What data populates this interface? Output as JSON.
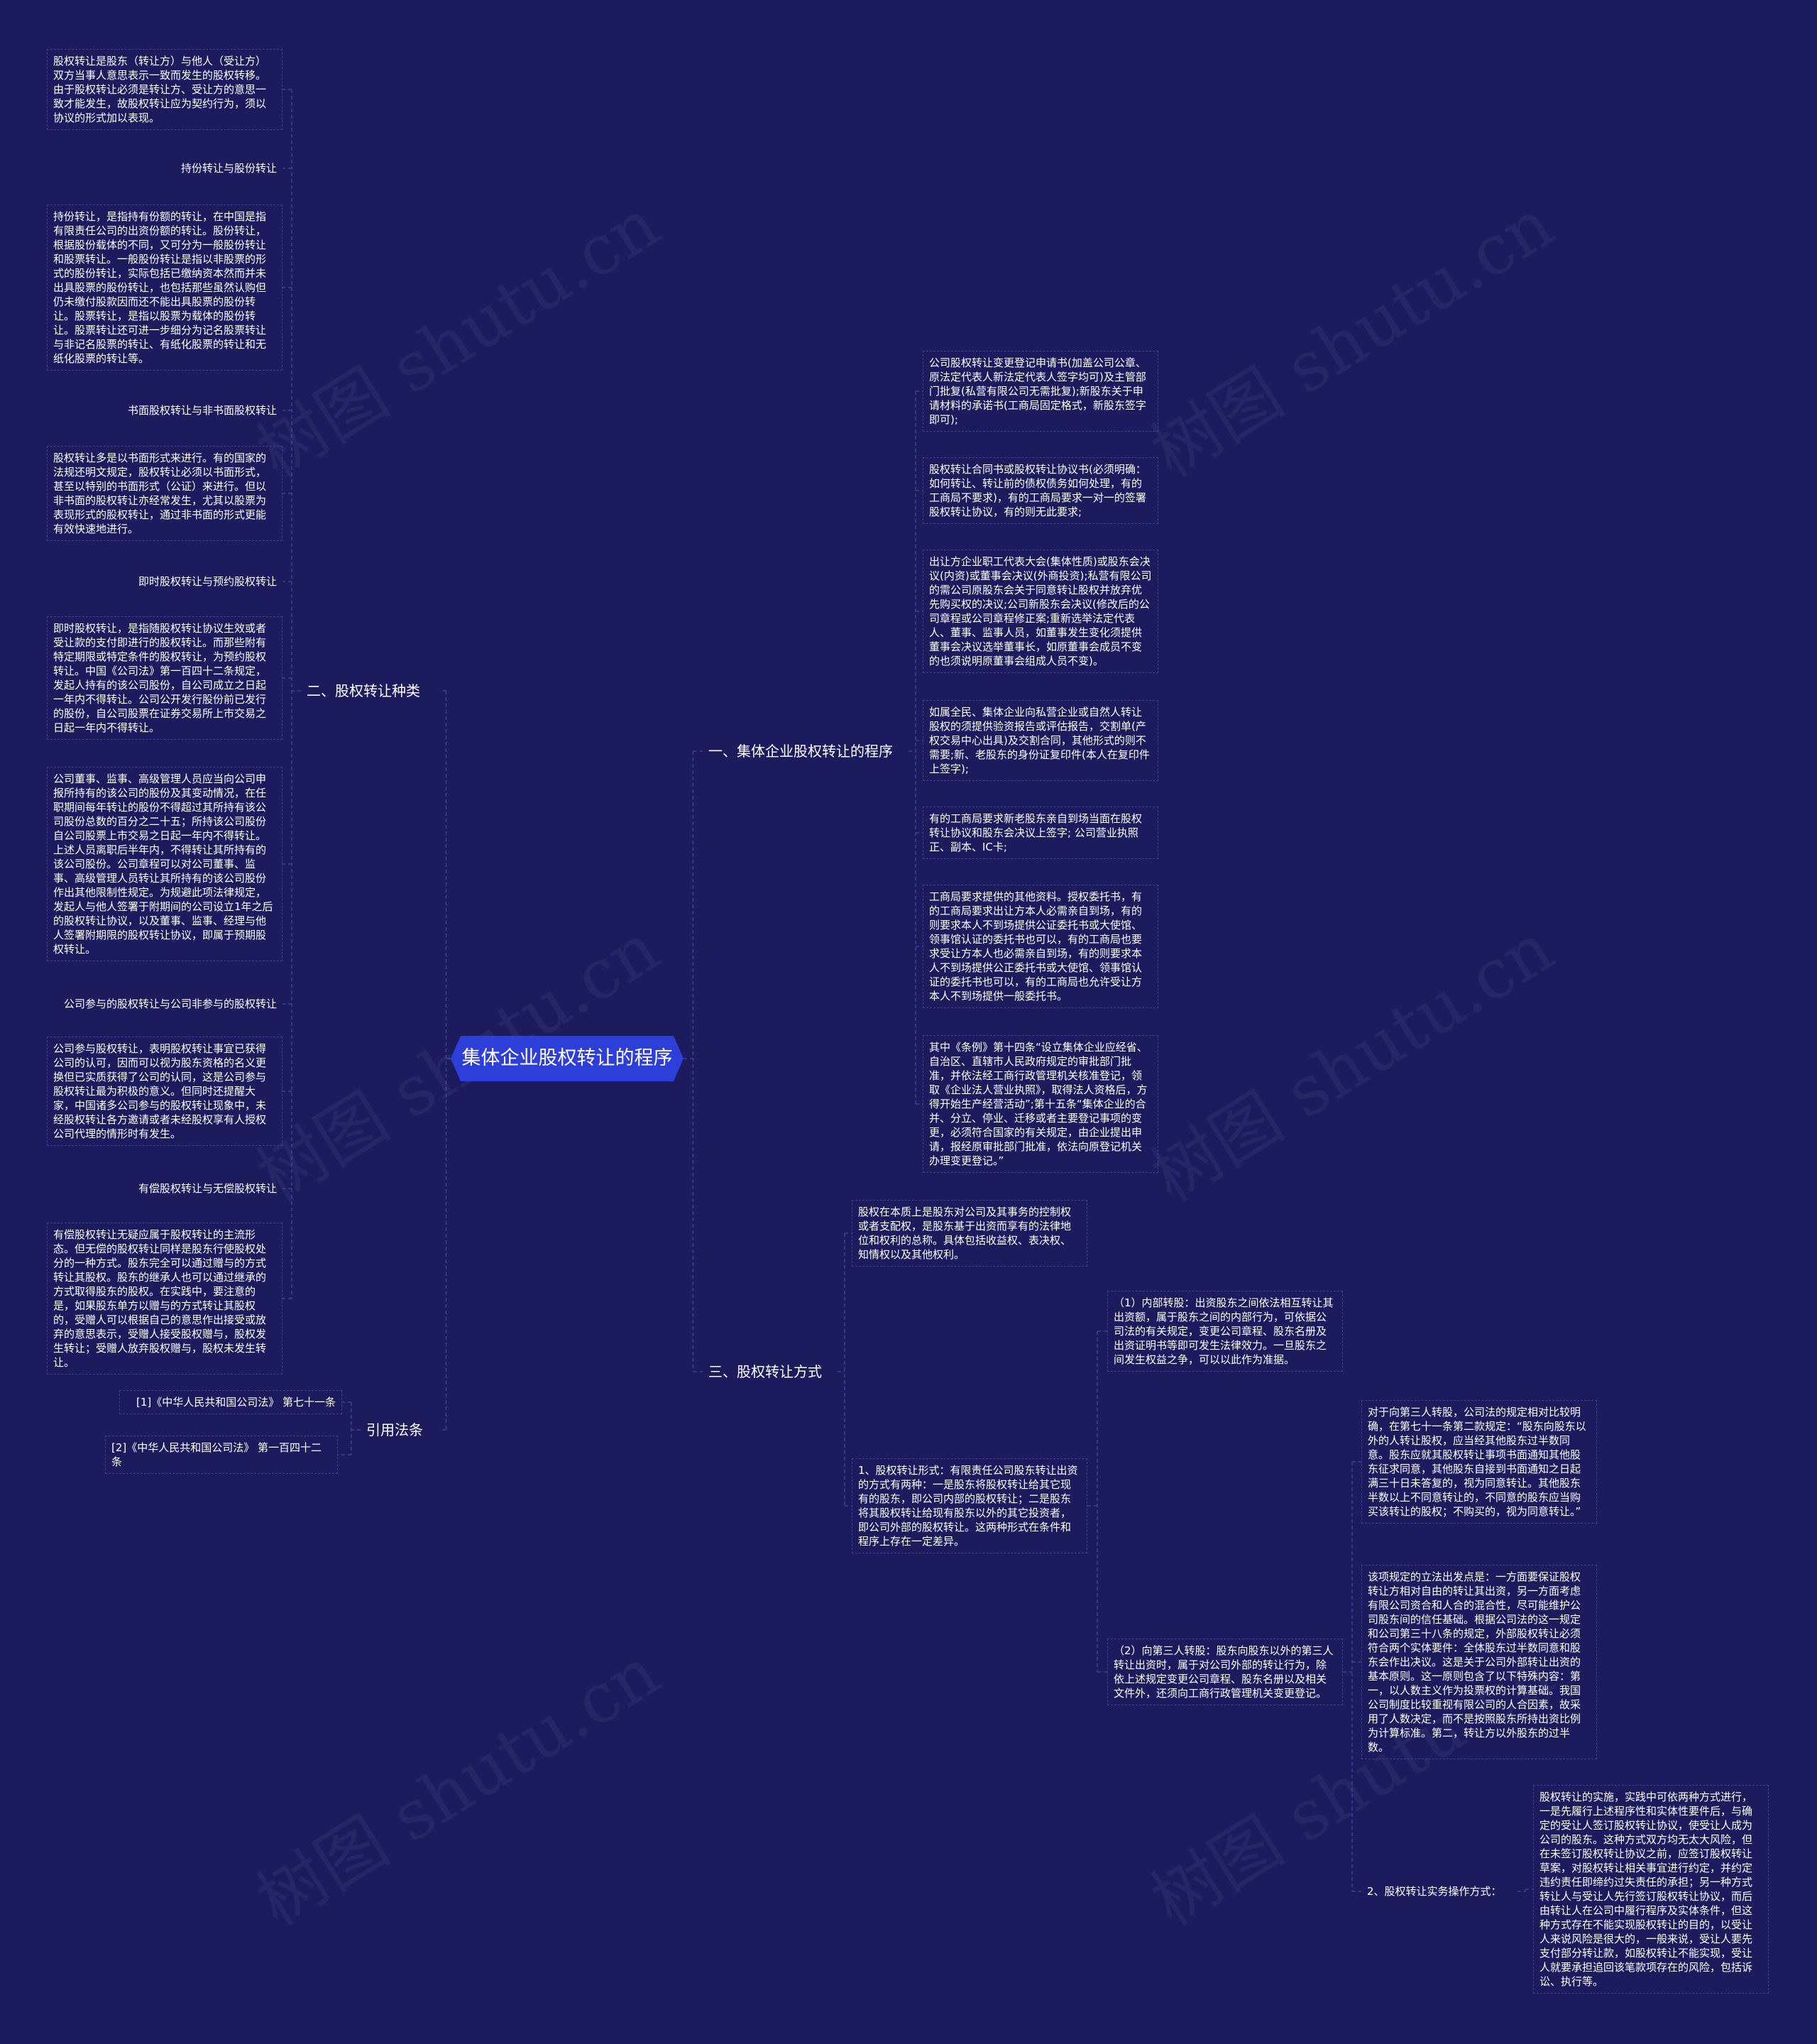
{
  "root": "集体企业股权转让的程序",
  "watermark": "树图 shutu.cn",
  "colors": {
    "background": "#1c1b5e",
    "root": "#2d3fd8",
    "line": "#3f3f96"
  },
  "branches": {
    "types": "二、股权转让种类",
    "law": "引用法条",
    "procedure": "一、集体企业股权转让的程序",
    "method": "三、股权转让方式"
  },
  "left": {
    "intro": "股权转让是股东（转让方）与他人（受让方）双方当事人意思表示一致而发生的股权转移。由于股权转让必须是转让方、受让方的意思一致才能发生，故股权转让应为契约行为，须以协议的形式加以表现。",
    "label1": "持份转让与股份转让",
    "text1": "持份转让，是指持有份额的转让，在中国是指有限责任公司的出资份额的转让。股份转让，根据股份载体的不同，又可分为一般股份转让和股票转让。一般股份转让是指以非股票的形式的股份转让，实际包括已缴纳资本然而并未出具股票的股份转让，也包括那些虽然认购但仍未缴付股款因而还不能出具股票的股份转让。股票转让，是指以股票为载体的股份转让。股票转让还可进一步细分为记名股票转让与非记名股票的转让、有纸化股票的转让和无纸化股票的转让等。",
    "label2": "书面股权转让与非书面股权转让",
    "text2": "股权转让多是以书面形式来进行。有的国家的法规还明文规定，股权转让必须以书面形式，甚至以特别的书面形式（公证）来进行。但以非书面的股权转让亦经常发生，尤其以股票为表现形式的股权转让，通过非书面的形式更能有效快速地进行。",
    "label3": "即时股权转让与预约股权转让",
    "text3": "即时股权转让，是指随股权转让协议生效或者受让款的支付即进行的股权转让。而那些附有特定期限或特定条件的股权转让，为预约股权转让。中国《公司法》第一百四十二条规定，发起人持有的该公司股份，自公司成立之日起一年内不得转让。公司公开发行股份前已发行的股份，自公司股票在证券交易所上市交易之日起一年内不得转让。",
    "text3b": "公司董事、监事、高级管理人员应当向公司申报所持有的该公司的股份及其变动情况，在任职期间每年转让的股份不得超过其所持有该公司股份总数的百分之二十五；所持该公司股份自公司股票上市交易之日起一年内不得转让。上述人员离职后半年内，不得转让其所持有的该公司股份。公司章程可以对公司董事、监事、高级管理人员转让其所持有的该公司股份作出其他限制性规定。为规避此项法律规定，发起人与他人签署于附期间的公司设立1年之后的股权转让协议，以及董事、监事、经理与他人签署附期限的股权转让协议，即属于预期股权转让。",
    "label4": "公司参与的股权转让与公司非参与的股权转让",
    "text4": "公司参与股权转让，表明股权转让事宜已获得公司的认可，因而可以视为股东资格的名义更换但已实质获得了公司的认同，这是公司参与股权转让最为积极的意义。但同时还提醒大家，中国诸多公司参与的股权转让现象中，未经股权转让各方邀请或者未经股权享有人授权公司代理的情形时有发生。",
    "label5": "有偿股权转让与无偿股权转让",
    "text5": "有偿股权转让无疑应属于股权转让的主流形态。但无偿的股权转让同样是股东行使股权处分的一种方式。股东完全可以通过赠与的方式转让其股权。股东的继承人也可以通过继承的方式取得股东的股权。在实践中，要注意的是，如果股东单方以赠与的方式转让其股权的，受赠人可以根据自己的意思作出接受或放弃的意思表示，受赠人接受股权赠与，股权发生转让；受赠人放弃股权赠与，股权未发生转让。",
    "law1": "[1]《中华人民共和国公司法》 第七十一条",
    "law2": "[2]《中华人民共和国公司法》 第一百四十二条"
  },
  "right": {
    "p1": "公司股权转让变更登记申请书(加盖公司公章、原法定代表人新法定代表人签字均可)及主管部门批复(私营有限公司无需批复);新股东关于申请材料的承诺书(工商局固定格式，新股东签字即可);",
    "p2": "股权转让合同书或股权转让协议书(必须明确：如何转让、转让前的债权债务如何处理，有的工商局不要求)，有的工商局要求一对一的签署股权转让协议，有的则无此要求;",
    "p3": "出让方企业职工代表大会(集体性质)或股东会决议(内资)或董事会决议(外商投资);私营有限公司的需公司原股东会关于同意转让股权并放弃优先购买权的决议;公司新股东会决议(修改后的公司章程或公司章程修正案;重新选举法定代表人、董事、监事人员，如董事发生变化须提供董事会决议选举董事长，如原董事会成员不变的也须说明原董事会组成人员不变)。",
    "p4": "如属全民、集体企业向私营企业或自然人转让股权的须提供验资报告或评估报告，交割单(产权交易中心出具)及交割合同，其他形式的则不需要;新、老股东的身份证复印件(本人在复印件上签字);",
    "p5": "有的工商局要求新老股东亲自到场当面在股权转让协议和股东会决议上签字; 公司营业执照正、副本、IC卡;",
    "p6": "工商局要求提供的其他资料。授权委托书，有的工商局要求出让方本人必需亲自到场，有的则要求本人不到场提供公证委托书或大使馆、领事馆认证的委托书也可以，有的工商局也要求受让方本人也必需亲自到场，有的则要求本人不到场提供公正委托书或大使馆、领事馆认证的委托书也可以，有的工商局也允许受让方本人不到场提供一般委托书。",
    "p7": "其中《条例》第十四条“设立集体企业应经省、自治区、直辖市人民政府规定的审批部门批准，并依法经工商行政管理机关核准登记，领取《企业法人营业执照》，取得法人资格后，方得开始生产经营活动”;第十五条“集体企业的合并、分立、停业、迁移或者主要登记事项的变更，必须符合国家的有关规定，由企业提出申请，报经原审批部门批准，依法向原登记机关办理变更登记。”",
    "m1": "股权在本质上是股东对公司及其事务的控制权或者支配权，是股东基于出资而享有的法律地位和权利的总称。具体包括收益权、表决权、知情权以及其他权利。",
    "m2": "1、股权转让形式：有限责任公司股东转让出资的方式有两种：一是股东将股权转让给其它现有的股东，即公司内部的股权转让；二是股东将其股权转让给现有股东以外的其它投资者，即公司外部的股权转让。这两种形式在条件和程序上存在一定差异。",
    "m2a": "（1）内部转股：出资股东之间依法相互转让其出资额，属于股东之间的内部行为，可依据公司法的有关规定，变更公司章程、股东名册及出资证明书等即可发生法律效力。一旦股东之间发生权益之争，可以以此作为准据。",
    "m2b": "（2）向第三人转股：股东向股东以外的第三人转让出资时，属于对公司外部的转让行为，除依上述规定变更公司章程、股东名册以及相关文件外，还须向工商行政管理机关变更登记。",
    "m2b1": "对于向第三人转股，公司法的规定相对比较明确，在第七十一条第二款规定：“股东向股东以外的人转让股权，应当经其他股东过半数同意。股东应就其股权转让事项书面通知其他股东征求同意，其他股东自接到书面通知之日起满三十日未答复的，视为同意转让。其他股东半数以上不同意转让的，不同意的股东应当购买该转让的股权；不购买的，视为同意转让。”",
    "m2b2": "该项规定的立法出发点是：一方面要保证股权转让方相对自由的转让其出资，另一方面考虑有限公司资合和人合的混合性，尽可能维护公司股东间的信任基础。根据公司法的这一规定和公司第三十八条的规定，外部股权转让必须符合两个实体要件：全体股东过半数同意和股东会作出决议。这是关于公司外部转让出资的基本原则。这一原则包含了以下特殊内容：第一，以人数主义作为投票权的计算基础。我国公司制度比较重视有限公司的人合因素，故采用了人数决定，而不是按照股东所持出资比例为计算标准。第二，转让方以外股东的过半数。",
    "m3": "2、股权转让实务操作方式：",
    "m3a": "股权转让的实施，实践中可依两种方式进行，一是先履行上述程序性和实体性要件后，与确定的受让人签订股权转让协议，使受让人成为公司的股东。这种方式双方均无太大风险，但在未签订股权转让协议之前，应签订股权转让草案，对股权转让相关事宜进行约定，并约定违约责任即缔约过失责任的承担；另一种方式转让人与受让人先行签订股权转让协议，而后由转让人在公司中履行程序及实体条件，但这种方式存在不能实现股权转让的目的，以受让人来说风险是很大的，一般来说，受让人要先支付部分转让款，如股权转让不能实现，受让人就要承担追回该笔款项存在的风险，包括诉讼、执行等。"
  }
}
